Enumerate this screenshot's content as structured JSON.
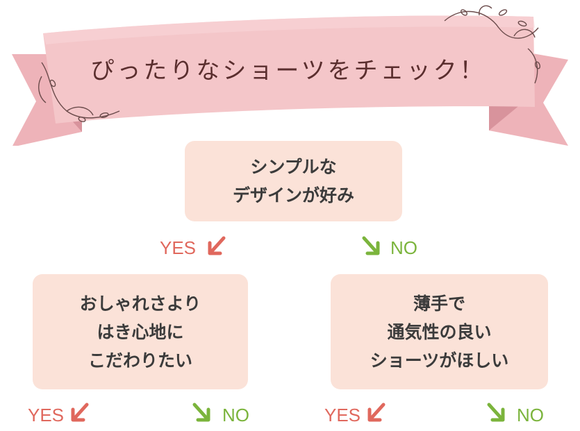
{
  "colors": {
    "banner_pink": "#f3c3c6",
    "banner_dark": "#e9a9b0",
    "box_fill": "#fbe2d8",
    "title_text": "#5a2e2e",
    "box_text": "#3b3b3b",
    "yes": "#e0685d",
    "no": "#7bb43c"
  },
  "banner": {
    "title": "ぴったりなショーツをチェック！"
  },
  "nodes": {
    "top": {
      "lines": [
        "シンプルな",
        "デザインが好み"
      ]
    },
    "left": {
      "lines": [
        "おしゃれさより",
        "はき心地に",
        "こだわりたい"
      ]
    },
    "right": {
      "lines": [
        "薄手で",
        "通気性の良い",
        "ショーツがほしい"
      ]
    }
  },
  "branches": {
    "top_yes": "YES",
    "top_no": "NO",
    "left_yes": "YES",
    "left_no": "NO",
    "right_yes": "YES",
    "right_no": "NO"
  },
  "icons": {
    "yes_arrow": "arrow-down-left-icon",
    "no_arrow": "arrow-down-right-icon",
    "decoration": "floral-vine-icon"
  }
}
